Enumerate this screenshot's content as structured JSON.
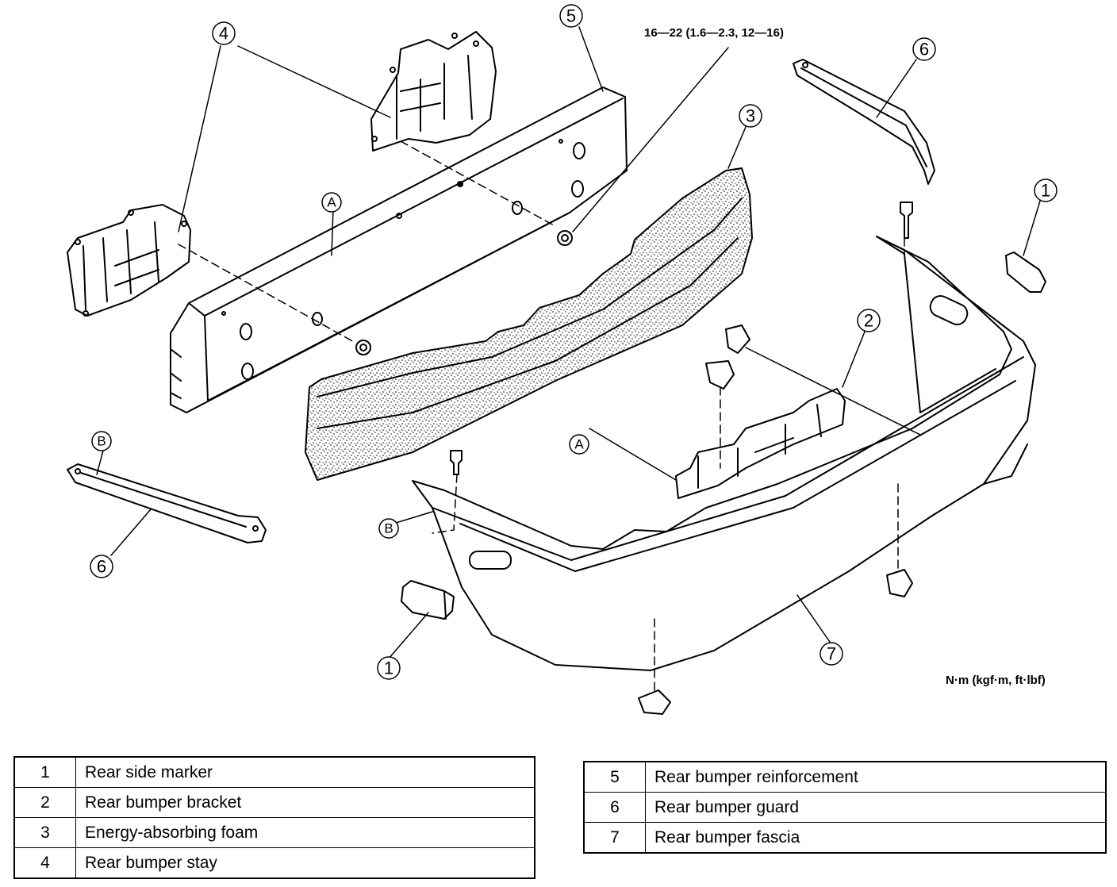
{
  "callouts": {
    "marker_left": "1",
    "marker_right": "1",
    "bracket": "2",
    "foam": "3",
    "stay": "4",
    "reinforcement": "5",
    "guard_left": "6",
    "guard_right": "6",
    "fascia": "7",
    "ref_a_top": "A",
    "ref_a_bottom": "A",
    "ref_b_top": "B",
    "ref_b_bottom": "B"
  },
  "torque_spec": "16—22 (1.6—2.3, 12—16)",
  "unit_note": "N·m (kgf·m, ft·lbf)",
  "legend_left": [
    {
      "num": "1",
      "label": "Rear side marker"
    },
    {
      "num": "2",
      "label": "Rear bumper bracket"
    },
    {
      "num": "3",
      "label": "Energy-absorbing foam"
    },
    {
      "num": "4",
      "label": "Rear bumper stay"
    }
  ],
  "legend_right": [
    {
      "num": "5",
      "label": "Rear bumper reinforcement"
    },
    {
      "num": "6",
      "label": "Rear bumper guard"
    },
    {
      "num": "7",
      "label": "Rear bumper fascia"
    }
  ]
}
